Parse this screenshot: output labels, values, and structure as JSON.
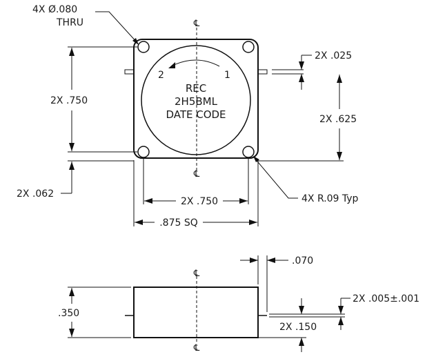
{
  "top_view": {
    "hole_note_line1": "4X Ø.080",
    "hole_note_line2": "THRU",
    "port_2": "2",
    "port_1": "1",
    "marking_line1": "REC",
    "marking_line2": "2H5BML",
    "marking_line3": "DATE CODE",
    "dim_hole_spacing_vertical": "2X .750",
    "dim_hole_spacing_horizontal": "2X .750",
    "dim_tab_width": "2X .025",
    "dim_tab_spacing": "2X .625",
    "dim_hole_edge_offset": "2X .062",
    "dim_corner_radius": "4X R.09 Typ",
    "dim_overall_square": ".875 SQ",
    "centerline_symbol": "℄"
  },
  "side_view": {
    "dim_height": ".350",
    "dim_tab_length": ".070",
    "dim_tab_thickness": "2X .005±.001",
    "dim_tab_offset": "2X .150",
    "centerline_symbol": "℄"
  }
}
